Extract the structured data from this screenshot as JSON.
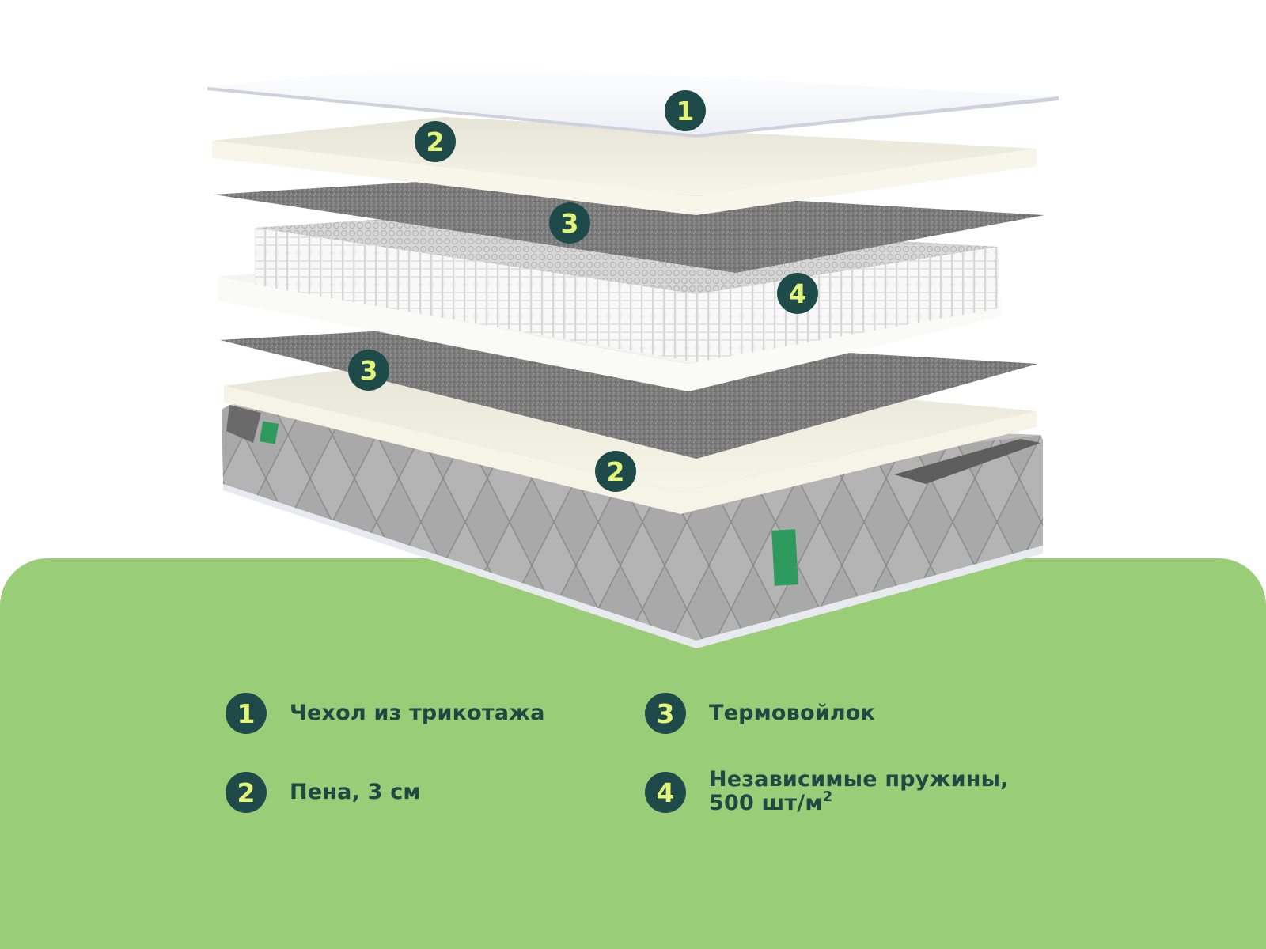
{
  "colors": {
    "panel_green": "#9ACD78",
    "badge_bg": "#1F4A4A",
    "badge_fg": "#E3F47A",
    "text_dark": "#1F4A44",
    "cover_white": "#F3F4F8",
    "foam_cream": "#F4F2E4",
    "felt_grey": "#6E6E6E",
    "spring_white": "#ECECEC",
    "frame_white": "#F7F7F5",
    "quilt_grey": "#A6A6A6",
    "label_green": "#2E9A5E"
  },
  "diagram": {
    "title": "Mattress layers exploded view",
    "callouts": [
      {
        "number": "1",
        "layer": "cover"
      },
      {
        "number": "2",
        "layer": "foam-top"
      },
      {
        "number": "3",
        "layer": "felt-top"
      },
      {
        "number": "4",
        "layer": "springs"
      },
      {
        "number": "3",
        "layer": "felt-bottom"
      },
      {
        "number": "2",
        "layer": "foam-bottom"
      }
    ]
  },
  "legend": {
    "items": [
      {
        "number": "1",
        "text": "Чехол из трикотажа"
      },
      {
        "number": "2",
        "text": "Пена, 3 см"
      },
      {
        "number": "3",
        "text": "Термовойлок"
      },
      {
        "number": "4",
        "text_line1": "Независимые пружины,",
        "text_line2": "500 шт/м",
        "superscript": "2"
      }
    ]
  }
}
